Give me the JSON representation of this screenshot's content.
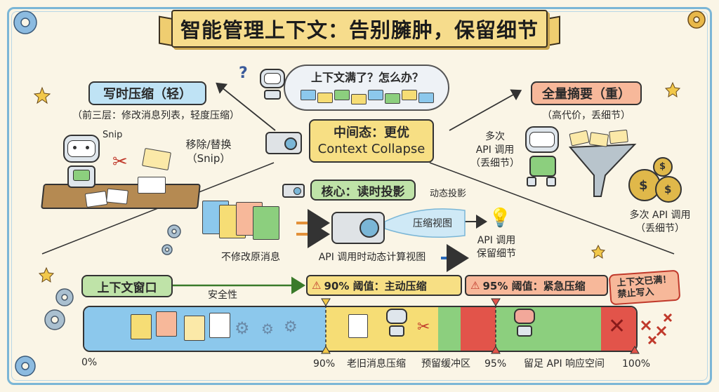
{
  "title": "智能管理上下文：告别臃肿，保留细节",
  "top_question": "上下文满了？怎么办？",
  "left_branch": {
    "title": "写时压缩（轻）",
    "subtitle": "（前三层：修改消息列表，轻度压缩）",
    "snip_tag": "Snip",
    "action": "移除/替换\n（Snip）"
  },
  "right_branch": {
    "title": "全量摘要（重）",
    "subtitle": "（高代价，丢细节）",
    "api_note": "多次\nAPI 调用\n（丢细节）",
    "money_note": "多次 API 调用\n（丢细节）"
  },
  "center": {
    "title_line1": "中间态：更优",
    "title_line2": "Context Collapse"
  },
  "core": {
    "title": "核心：读时投影",
    "dynamic_projection": "动态投影",
    "compressed_view": "压缩视图",
    "no_modify": "不修改原消息",
    "api_compute": "API 调用时动态计算视图",
    "api_keep": "API 调用\n保留细节"
  },
  "window": {
    "label": "上下文窗口",
    "safety": "安全性",
    "warn90": "90% 阈值：主动压缩",
    "warn95": "95% 阈值：紧急压缩",
    "full": "上下文已满！\n禁止写入",
    "tick_0": "0%",
    "tick_90": "90%",
    "tick_95": "95%",
    "tick_100": "100%",
    "compress_old": "老旧消息压缩",
    "reserve": "预留缓冲区",
    "api_space": "留足 API 响应空间",
    "thresholds": [
      0.9,
      0.95,
      1.0
    ]
  },
  "colors": {
    "blue": "#8cc8ec",
    "yellow": "#f6dd75",
    "green": "#8ccf7e",
    "red": "#e2544a",
    "pill_blue": "#bfe3f5",
    "pill_green": "#bfe3a8",
    "pill_yellow": "#f7df84"
  }
}
